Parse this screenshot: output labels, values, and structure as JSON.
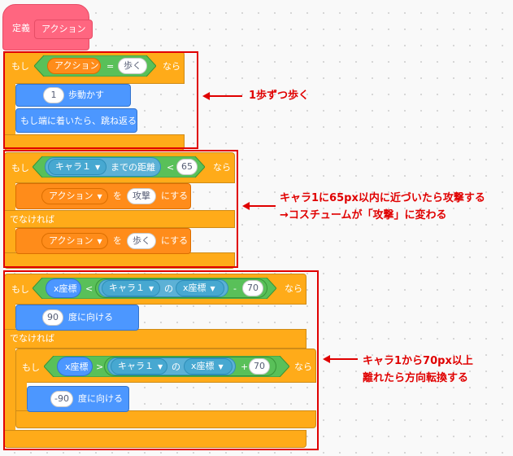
{
  "define_block": {
    "label": "定義",
    "name": "アクション"
  },
  "block1": {
    "if_label": "もし",
    "var_name": "アクション",
    "op": "=",
    "value": "歩く",
    "then_label": "なら",
    "move_steps": "1",
    "move_label": "歩動かす",
    "bounce_label": "もし端に着いたら、跳ね返る"
  },
  "block2": {
    "if_label": "もし",
    "sprite": "キャラ１",
    "distance_label": "までの距離",
    "op": "<",
    "value": "65",
    "then_label": "なら",
    "set1_var": "アクション",
    "set1_to": "を",
    "set1_value": "攻撃",
    "set1_label": "にする",
    "else_label": "でなければ",
    "set2_var": "アクション",
    "set2_to": "を",
    "set2_value": "歩く",
    "set2_label": "にする"
  },
  "block3": {
    "if_label": "もし",
    "x_label": "x座標",
    "op": "<",
    "sprite": "キャラ１",
    "of_label": "の",
    "attr": "x座標",
    "minus": "-",
    "offset": "70",
    "then_label": "なら",
    "dir1_value": "90",
    "dir1_label": "度に向ける",
    "else_label": "でなければ",
    "inner_if_label": "もし",
    "inner_x_label": "x座標",
    "inner_op": ">",
    "inner_sprite": "キャラ１",
    "inner_of_label": "の",
    "inner_attr": "x座標",
    "plus": "+",
    "inner_offset": "70",
    "inner_then_label": "なら",
    "dir2_value": "-90",
    "dir2_label": "度に向ける"
  },
  "annotations": {
    "note1": "1歩ずつ歩く",
    "note2_line1": "キャラ1に65px以内に近づいたら攻撃する",
    "note2_line2": "→コスチュームが「攻撃」に変わる",
    "note3_line1": "キャラ1から70px以上",
    "note3_line2": "離れたら方向転換する"
  },
  "colors": {
    "control": "#ffab19",
    "variables": "#ff8c1a",
    "motion": "#4c97ff",
    "sensing": "#5cb1d6",
    "operators": "#59c059",
    "my_blocks": "#ff6680",
    "annotation": "#e00000"
  }
}
